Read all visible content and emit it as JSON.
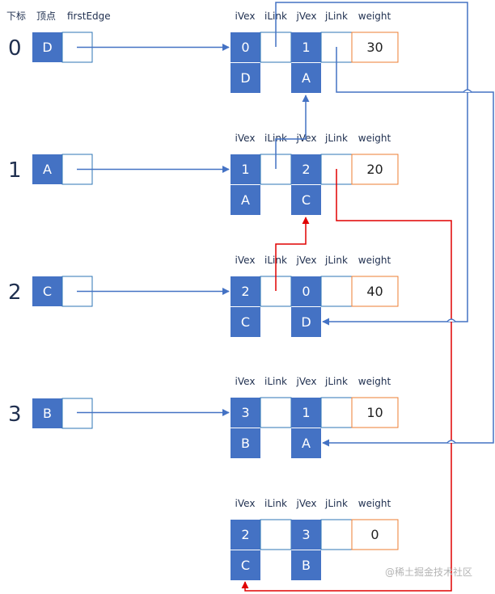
{
  "headers": {
    "index": "下标",
    "vertex": "顶点",
    "first_edge": "firstEdge",
    "ivex": "iVex",
    "ilink": "iLink",
    "jvex": "jVex",
    "jlink": "jLink",
    "weight": "weight"
  },
  "vertices": [
    {
      "index": "0",
      "name": "D"
    },
    {
      "index": "1",
      "name": "A"
    },
    {
      "index": "2",
      "name": "C"
    },
    {
      "index": "3",
      "name": "B"
    }
  ],
  "edges": [
    {
      "ivex": "0",
      "ivex_name": "D",
      "jvex": "1",
      "jvex_name": "A",
      "weight": "30"
    },
    {
      "ivex": "1",
      "ivex_name": "A",
      "jvex": "2",
      "jvex_name": "C",
      "weight": "20"
    },
    {
      "ivex": "2",
      "ivex_name": "C",
      "jvex": "0",
      "jvex_name": "D",
      "weight": "40"
    },
    {
      "ivex": "3",
      "ivex_name": "B",
      "jvex": "1",
      "jvex_name": "A",
      "weight": "10"
    },
    {
      "ivex": "2",
      "ivex_name": "C",
      "jvex": "3",
      "jvex_name": "B",
      "weight": "0"
    }
  ],
  "colors": {
    "fill": "#4472c4",
    "cell_border": "#2e75b6",
    "weight_border": "#ed7d31",
    "link_blue": "#4472c4",
    "link_red": "#e00000"
  },
  "watermark": "@稀土掘金技术社区"
}
